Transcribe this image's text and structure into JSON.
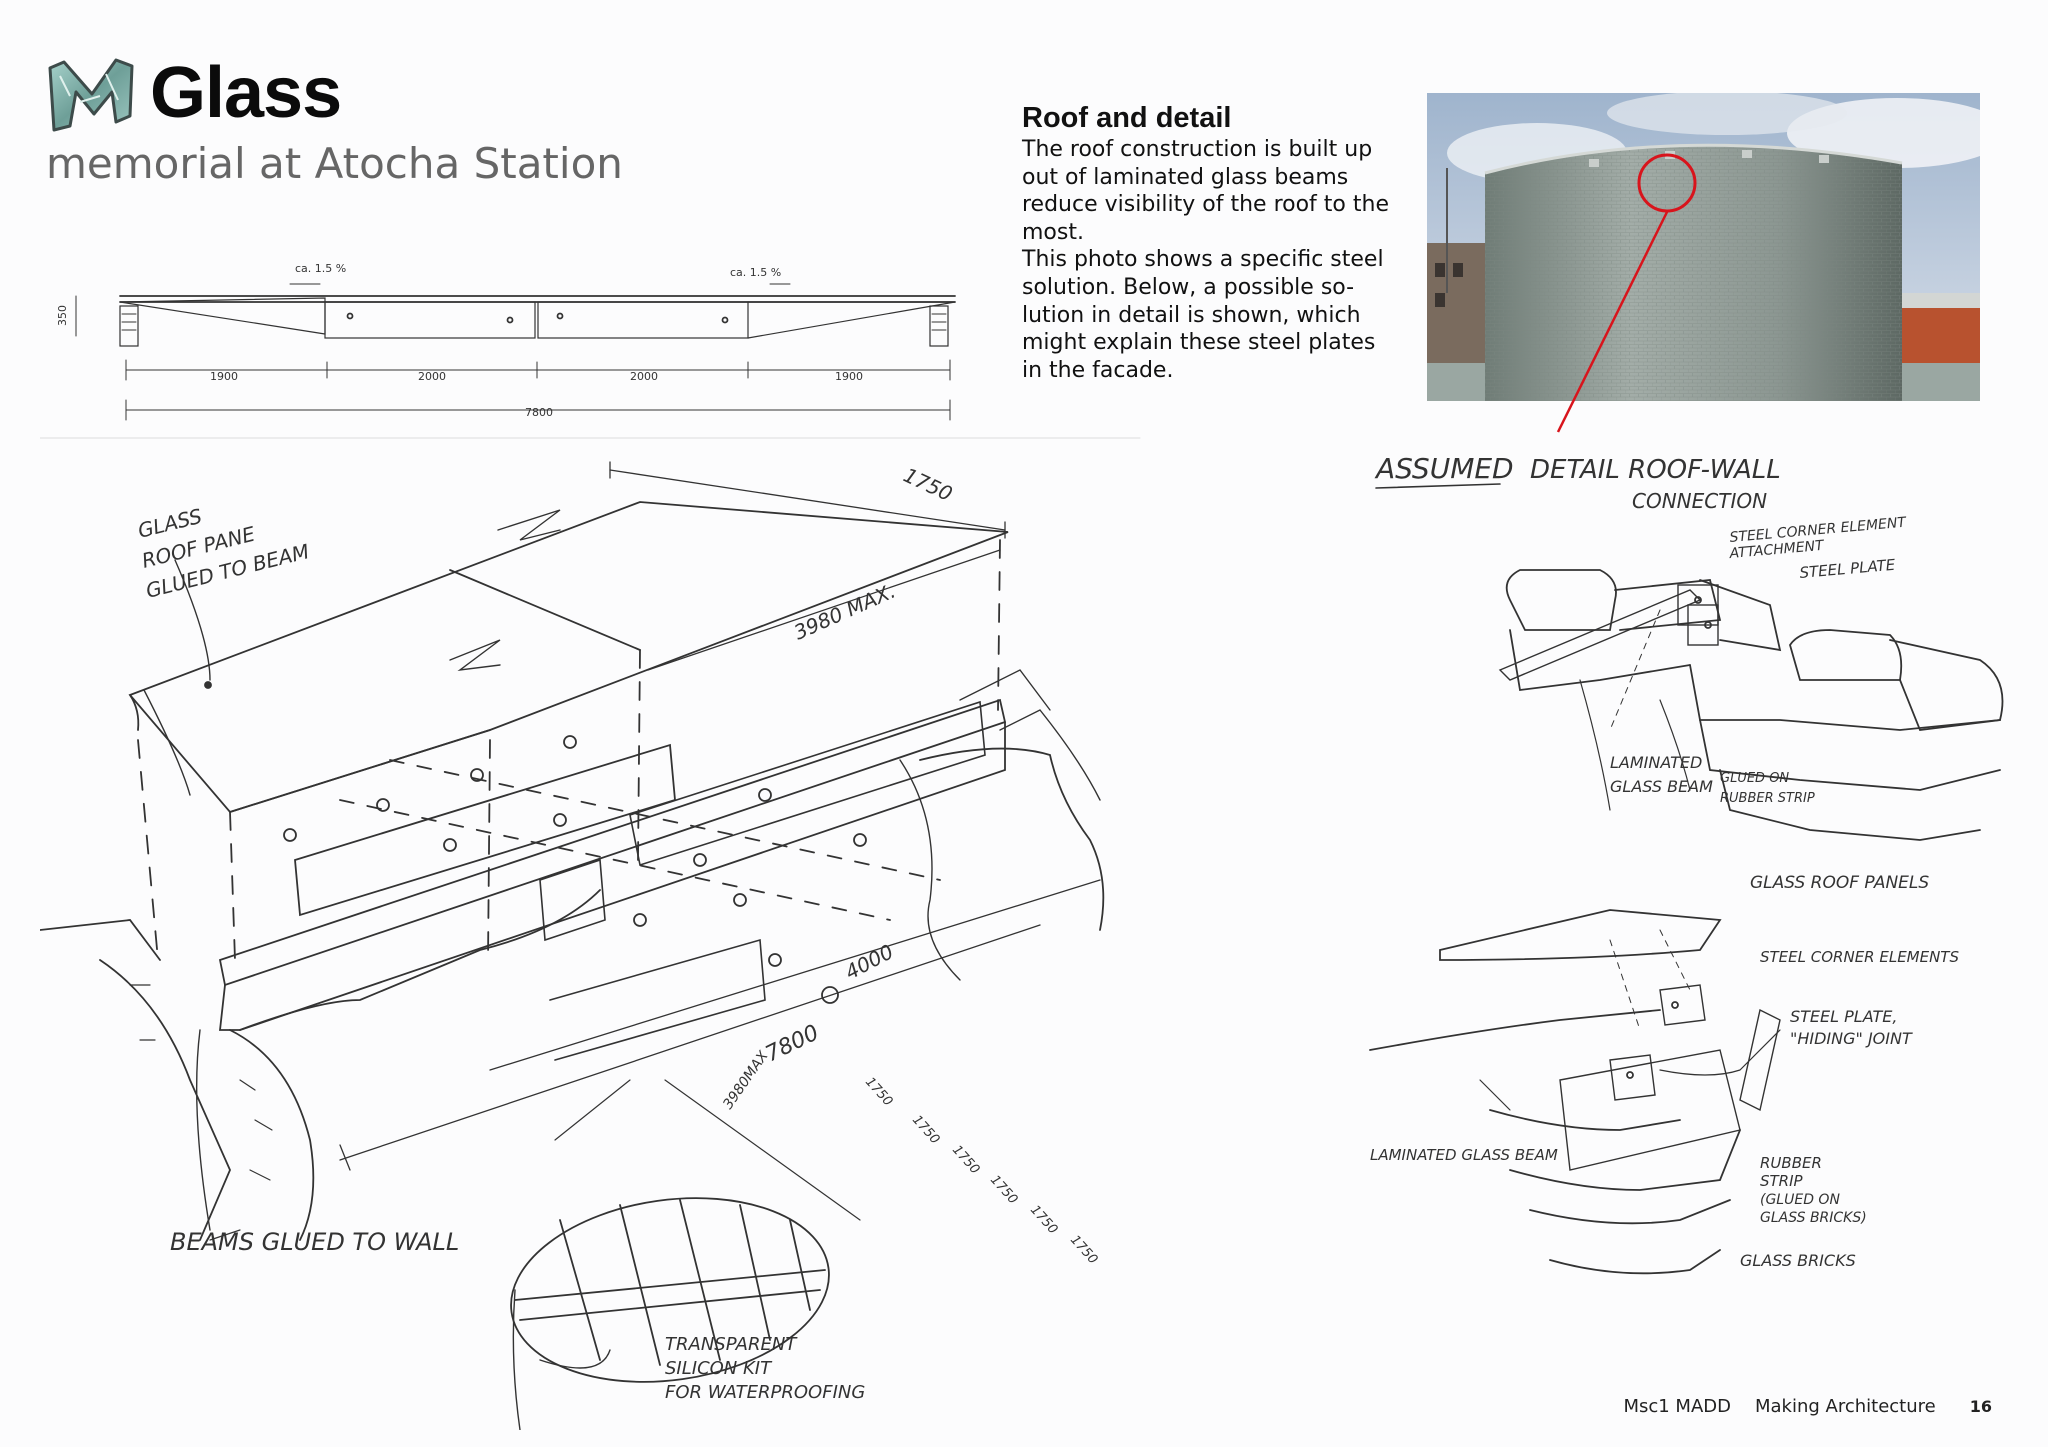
{
  "header": {
    "title": "Glass",
    "subtitle": "memorial at Atocha Station"
  },
  "section": {
    "heading": "Roof and detail",
    "body": "The roof construction is built up\nout of laminated glass beams\nreduce visibility of the roof to the\nmost.\nThis photo shows a specific steel\nsolution. Below, a possible so-\nlution in detail is shown, which\nmight explain these steel plates\nin the facade."
  },
  "elevation": {
    "slope_left": "ca. 1.5 %",
    "slope_right": "ca. 1.5 %",
    "height": "350",
    "spans": [
      "1900",
      "2000",
      "2000",
      "1900"
    ],
    "total": "7800"
  },
  "sketch_labels": {
    "roof_pane": [
      "GLASS",
      "ROOF PANE",
      "GLUED TO BEAM"
    ],
    "dim_1750": "1750",
    "dim_3980": "3980 MAX.",
    "dim_4000": "4000",
    "dim_7800": "7800",
    "beams_glued": "BEAMS GLUED TO WALL",
    "plan_dims": [
      "3980MAX",
      "1750",
      "1750",
      "1750",
      "1750",
      "1750",
      "1750"
    ],
    "silicon": [
      "TRANSPARENT",
      "SILICON KIT",
      "FOR WATERPROOFING"
    ]
  },
  "detail_labels": {
    "heading_1": "ASSUMED",
    "heading_2": "DETAIL ROOF-WALL",
    "heading_3": "CONNECTION",
    "steel_corner": "STEEL CORNER ELEMENT",
    "attachment": "ATTACHMENT",
    "steel_plate": "STEEL PLATE",
    "laminated_beam": [
      "LAMINATED",
      "GLASS BEAM"
    ],
    "glued_rubber": [
      "GLUED ON",
      "RUBBER STRIP"
    ],
    "glass_roof_panels": "GLASS ROOF PANELS",
    "steel_corner_elements": "STEEL CORNER ELEMENTS",
    "steel_plate_joint": [
      "STEEL PLATE,",
      "\"HIDING\" JOINT"
    ],
    "laminated_glass_beam": "LAMINATED GLASS BEAM",
    "rubber_strip": [
      "RUBBER",
      "STRIP",
      "(GLUED ON",
      "GLASS BRICKS)"
    ],
    "glass_bricks": "GLASS BRICKS"
  },
  "footer": {
    "course": "Msc1 MADD",
    "name": "Making Architecture",
    "page": "16"
  },
  "colors": {
    "accent_red": "#d8141c",
    "logo": "#7fb3ad",
    "sky": "#b8c8da"
  }
}
